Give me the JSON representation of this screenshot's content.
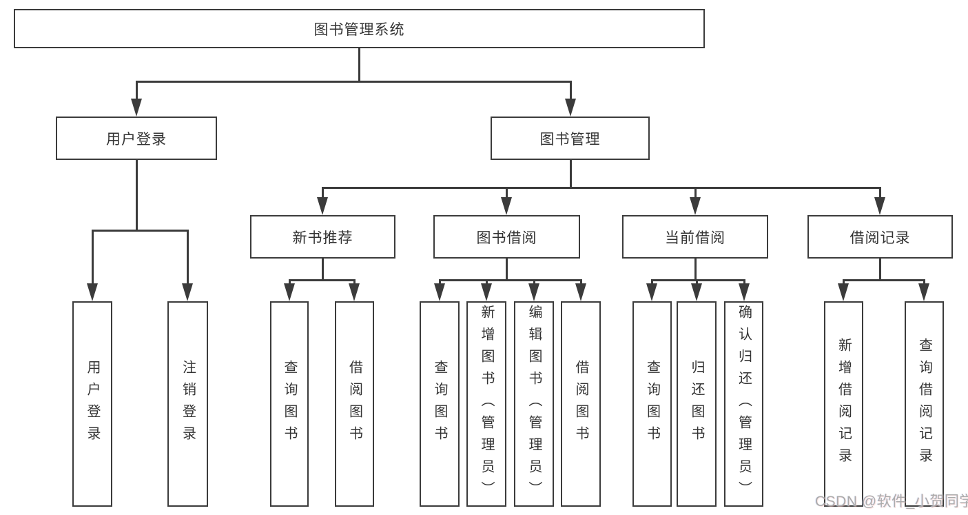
{
  "diagram": {
    "root": {
      "label": "图书管理系统"
    },
    "level2": [
      {
        "label": "用户登录"
      },
      {
        "label": "图书管理"
      }
    ],
    "level3": [
      {
        "label": "新书推荐"
      },
      {
        "label": "图书借阅"
      },
      {
        "label": "当前借阅"
      },
      {
        "label": "借阅记录"
      }
    ],
    "leaves": {
      "user_login": [
        {
          "label": "用户登录"
        },
        {
          "label": "注销登录"
        }
      ],
      "new_book_recommend": [
        {
          "label": "查询图书"
        },
        {
          "label": "借阅图书"
        }
      ],
      "book_borrow": [
        {
          "label": "查询图书"
        },
        {
          "label": "新增图书（管理员）"
        },
        {
          "label": "编辑图书（管理员）"
        },
        {
          "label": "借阅图书"
        }
      ],
      "current_borrow": [
        {
          "label": "查询图书"
        },
        {
          "label": "归还图书"
        },
        {
          "label": "确认归还（管理员）"
        }
      ],
      "borrow_records": [
        {
          "label": "新增借阅记录"
        },
        {
          "label": "查询借阅记录"
        }
      ]
    }
  },
  "watermark": {
    "text": "CSDN @软件_小贺同学"
  },
  "colors": {
    "line": "#3b3b3b",
    "text": "#333333",
    "background": "#ffffff",
    "watermark": "#ababab"
  }
}
